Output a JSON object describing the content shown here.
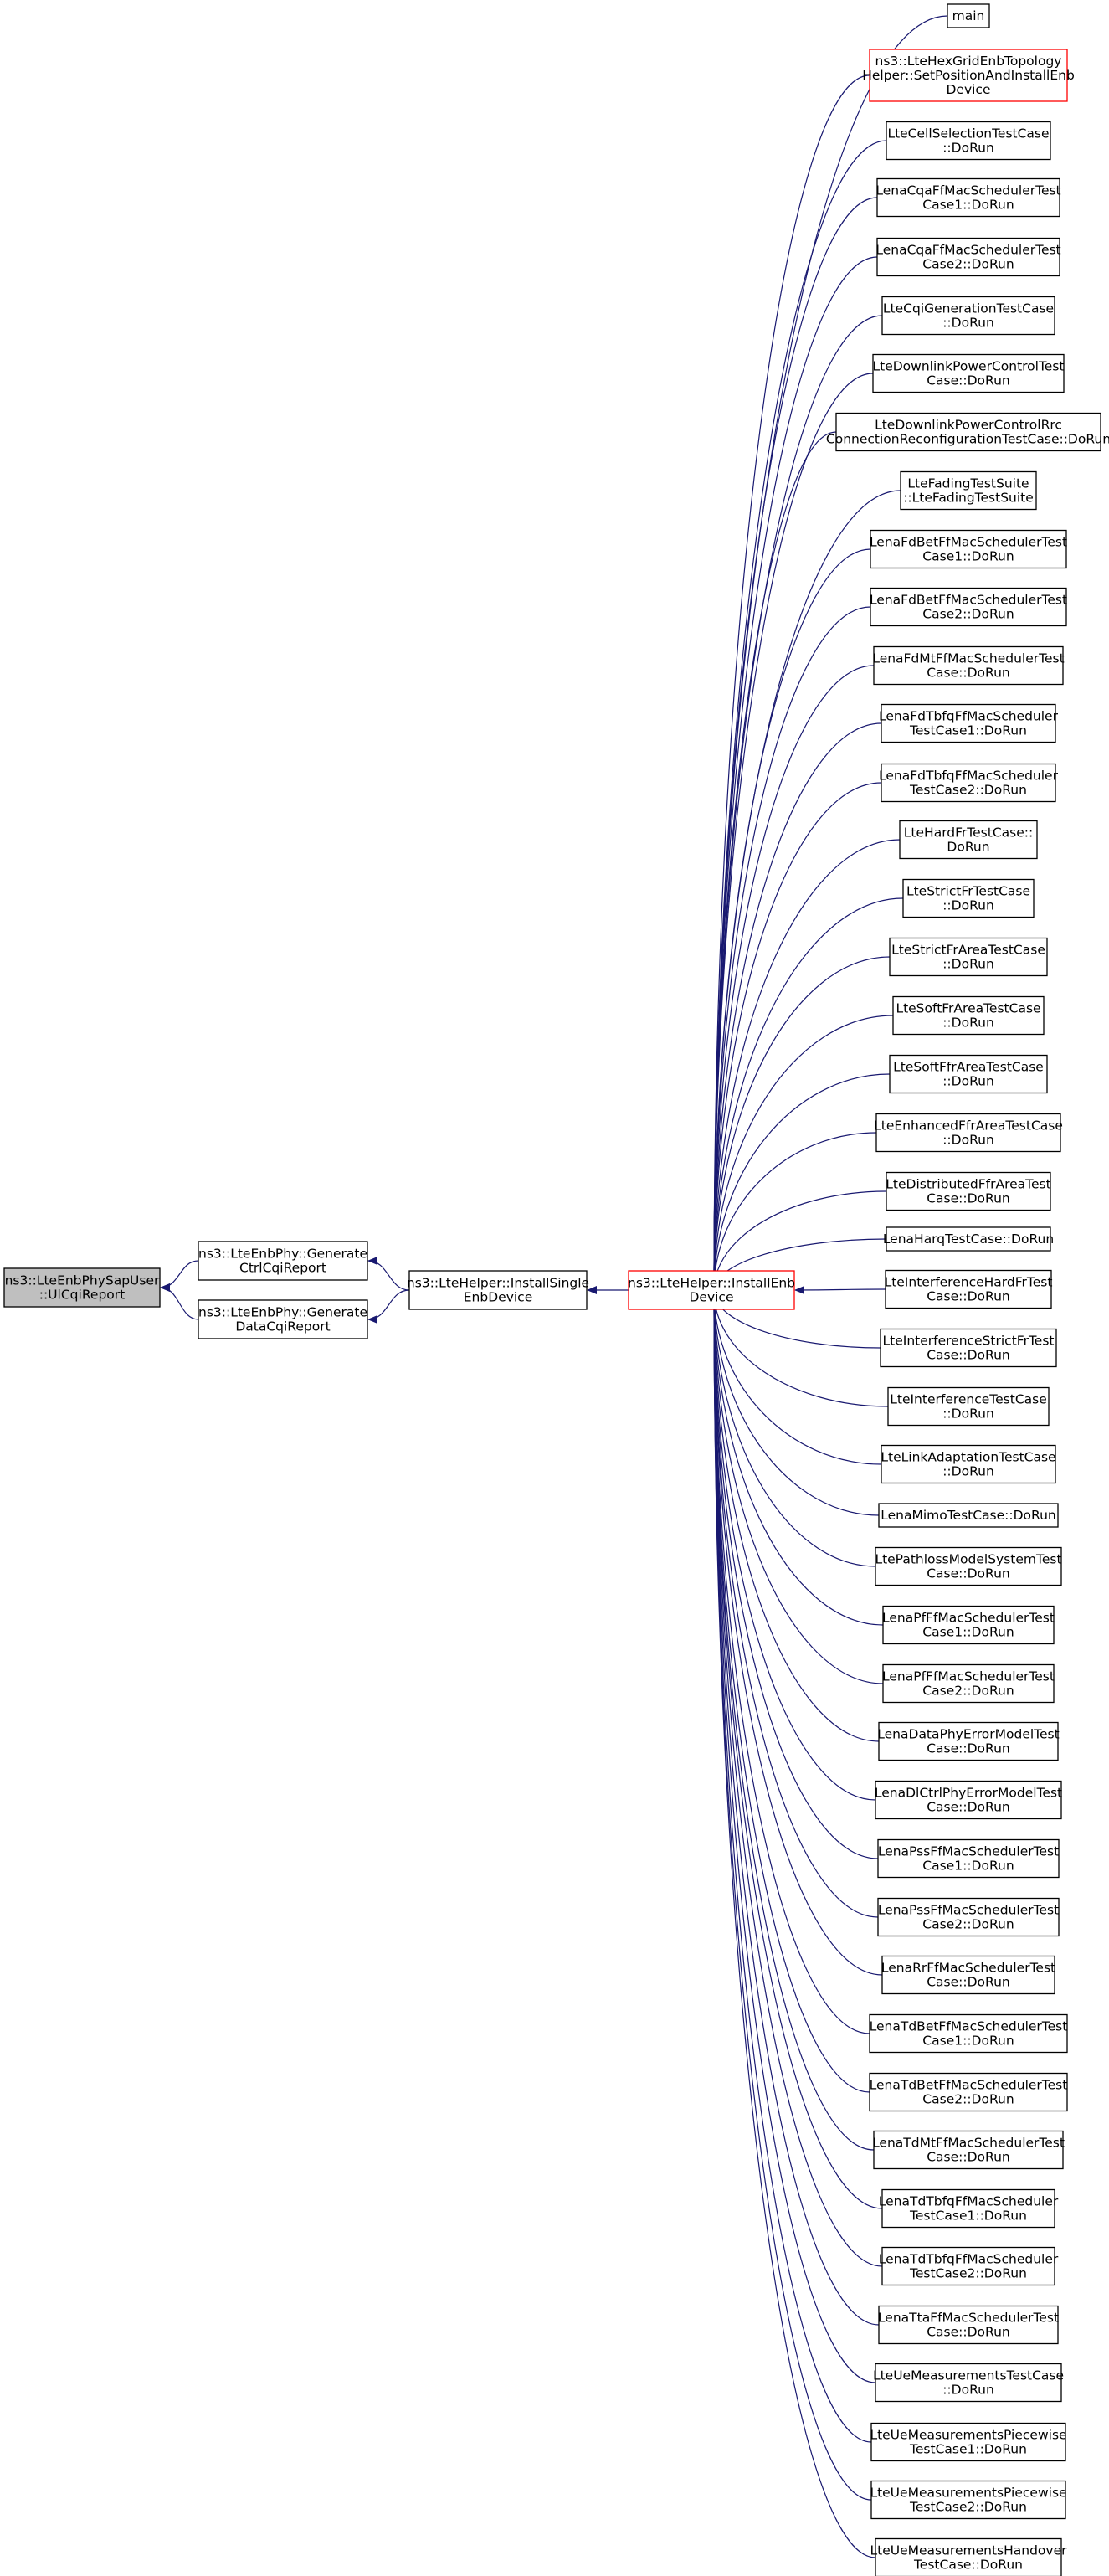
{
  "colors": {
    "edge": "#191970",
    "box_border": "#000000",
    "root_fill": "#bfbfbf",
    "highlight_border": "#ff0000",
    "background": "#ffffff"
  },
  "nodes": [
    {
      "id": "root",
      "lines": [
        "ns3::LteEnbPhySapUser",
        "::UlCqiReport"
      ],
      "style": "root"
    },
    {
      "id": "gen_ctrl",
      "lines": [
        "ns3::LteEnbPhy::Generate",
        "CtrlCqiReport"
      ]
    },
    {
      "id": "gen_data",
      "lines": [
        "ns3::LteEnbPhy::Generate",
        "DataCqiReport"
      ]
    },
    {
      "id": "install_single",
      "lines": [
        "ns3::LteHelper::InstallSingle",
        "EnbDevice"
      ]
    },
    {
      "id": "install_enb",
      "lines": [
        "ns3::LteHelper::InstallEnb",
        "Device"
      ],
      "style": "red"
    },
    {
      "id": "c0",
      "lines": [
        "main"
      ]
    },
    {
      "id": "c1",
      "lines": [
        "ns3::LteHexGridEnbTopology",
        "Helper::SetPositionAndInstallEnb",
        "Device"
      ],
      "style": "red"
    },
    {
      "id": "c2",
      "lines": [
        "LteCellSelectionTestCase",
        "::DoRun"
      ]
    },
    {
      "id": "c3",
      "lines": [
        "LenaCqaFfMacSchedulerTest",
        "Case1::DoRun"
      ]
    },
    {
      "id": "c4",
      "lines": [
        "LenaCqaFfMacSchedulerTest",
        "Case2::DoRun"
      ]
    },
    {
      "id": "c5",
      "lines": [
        "LteCqiGenerationTestCase",
        "::DoRun"
      ]
    },
    {
      "id": "c6",
      "lines": [
        "LteDownlinkPowerControlTest",
        "Case::DoRun"
      ]
    },
    {
      "id": "c7",
      "lines": [
        "LteDownlinkPowerControlRrc",
        "ConnectionReconfigurationTestCase::DoRun"
      ]
    },
    {
      "id": "c8",
      "lines": [
        "LteFadingTestSuite",
        "::LteFadingTestSuite"
      ]
    },
    {
      "id": "c9",
      "lines": [
        "LenaFdBetFfMacSchedulerTest",
        "Case1::DoRun"
      ]
    },
    {
      "id": "c10",
      "lines": [
        "LenaFdBetFfMacSchedulerTest",
        "Case2::DoRun"
      ]
    },
    {
      "id": "c11",
      "lines": [
        "LenaFdMtFfMacSchedulerTest",
        "Case::DoRun"
      ]
    },
    {
      "id": "c12",
      "lines": [
        "LenaFdTbfqFfMacScheduler",
        "TestCase1::DoRun"
      ]
    },
    {
      "id": "c13",
      "lines": [
        "LenaFdTbfqFfMacScheduler",
        "TestCase2::DoRun"
      ]
    },
    {
      "id": "c14",
      "lines": [
        "LteHardFrTestCase::",
        "DoRun"
      ]
    },
    {
      "id": "c15",
      "lines": [
        "LteStrictFrTestCase",
        "::DoRun"
      ]
    },
    {
      "id": "c16",
      "lines": [
        "LteStrictFrAreaTestCase",
        "::DoRun"
      ]
    },
    {
      "id": "c17",
      "lines": [
        "LteSoftFrAreaTestCase",
        "::DoRun"
      ]
    },
    {
      "id": "c18",
      "lines": [
        "LteSoftFfrAreaTestCase",
        "::DoRun"
      ]
    },
    {
      "id": "c19",
      "lines": [
        "LteEnhancedFfrAreaTestCase",
        "::DoRun"
      ]
    },
    {
      "id": "c20",
      "lines": [
        "LteDistributedFfrAreaTest",
        "Case::DoRun"
      ]
    },
    {
      "id": "c21",
      "lines": [
        "LenaHarqTestCase::DoRun"
      ]
    },
    {
      "id": "c22",
      "lines": [
        "LteInterferenceHardFrTest",
        "Case::DoRun"
      ]
    },
    {
      "id": "c23",
      "lines": [
        "LteInterferenceStrictFrTest",
        "Case::DoRun"
      ]
    },
    {
      "id": "c24",
      "lines": [
        "LteInterferenceTestCase",
        "::DoRun"
      ]
    },
    {
      "id": "c25",
      "lines": [
        "LteLinkAdaptationTestCase",
        "::DoRun"
      ]
    },
    {
      "id": "c26",
      "lines": [
        "LenaMimoTestCase::DoRun"
      ]
    },
    {
      "id": "c27",
      "lines": [
        "LtePathlossModelSystemTest",
        "Case::DoRun"
      ]
    },
    {
      "id": "c28",
      "lines": [
        "LenaPfFfMacSchedulerTest",
        "Case1::DoRun"
      ]
    },
    {
      "id": "c29",
      "lines": [
        "LenaPfFfMacSchedulerTest",
        "Case2::DoRun"
      ]
    },
    {
      "id": "c30",
      "lines": [
        "LenaDataPhyErrorModelTest",
        "Case::DoRun"
      ]
    },
    {
      "id": "c31",
      "lines": [
        "LenaDlCtrlPhyErrorModelTest",
        "Case::DoRun"
      ]
    },
    {
      "id": "c32",
      "lines": [
        "LenaPssFfMacSchedulerTest",
        "Case1::DoRun"
      ]
    },
    {
      "id": "c33",
      "lines": [
        "LenaPssFfMacSchedulerTest",
        "Case2::DoRun"
      ]
    },
    {
      "id": "c34",
      "lines": [
        "LenaRrFfMacSchedulerTest",
        "Case::DoRun"
      ]
    },
    {
      "id": "c35",
      "lines": [
        "LenaTdBetFfMacSchedulerTest",
        "Case1::DoRun"
      ]
    },
    {
      "id": "c36",
      "lines": [
        "LenaTdBetFfMacSchedulerTest",
        "Case2::DoRun"
      ]
    },
    {
      "id": "c37",
      "lines": [
        "LenaTdMtFfMacSchedulerTest",
        "Case::DoRun"
      ]
    },
    {
      "id": "c38",
      "lines": [
        "LenaTdTbfqFfMacScheduler",
        "TestCase1::DoRun"
      ]
    },
    {
      "id": "c39",
      "lines": [
        "LenaTdTbfqFfMacScheduler",
        "TestCase2::DoRun"
      ]
    },
    {
      "id": "c40",
      "lines": [
        "LenaTtaFfMacSchedulerTest",
        "Case::DoRun"
      ]
    },
    {
      "id": "c41",
      "lines": [
        "LteUeMeasurementsTestCase",
        "::DoRun"
      ]
    },
    {
      "id": "c42",
      "lines": [
        "LteUeMeasurementsPiecewise",
        "TestCase1::DoRun"
      ]
    },
    {
      "id": "c43",
      "lines": [
        "LteUeMeasurementsPiecewise",
        "TestCase2::DoRun"
      ]
    },
    {
      "id": "c44",
      "lines": [
        "LteUeMeasurementsHandover",
        "TestCase::DoRun"
      ]
    }
  ],
  "edges": [
    [
      "gen_ctrl",
      "root"
    ],
    [
      "gen_data",
      "root"
    ],
    [
      "install_single",
      "gen_ctrl"
    ],
    [
      "install_single",
      "gen_data"
    ],
    [
      "install_enb",
      "install_single"
    ],
    [
      "c0",
      "install_enb"
    ],
    [
      "c1",
      "install_enb"
    ],
    [
      "c2",
      "install_enb"
    ],
    [
      "c3",
      "install_enb"
    ],
    [
      "c4",
      "install_enb"
    ],
    [
      "c5",
      "install_enb"
    ],
    [
      "c6",
      "install_enb"
    ],
    [
      "c7",
      "install_enb"
    ],
    [
      "c8",
      "install_enb"
    ],
    [
      "c9",
      "install_enb"
    ],
    [
      "c10",
      "install_enb"
    ],
    [
      "c11",
      "install_enb"
    ],
    [
      "c12",
      "install_enb"
    ],
    [
      "c13",
      "install_enb"
    ],
    [
      "c14",
      "install_enb"
    ],
    [
      "c15",
      "install_enb"
    ],
    [
      "c16",
      "install_enb"
    ],
    [
      "c17",
      "install_enb"
    ],
    [
      "c18",
      "install_enb"
    ],
    [
      "c19",
      "install_enb"
    ],
    [
      "c20",
      "install_enb"
    ],
    [
      "c21",
      "install_enb"
    ],
    [
      "c22",
      "install_enb"
    ],
    [
      "c23",
      "install_enb"
    ],
    [
      "c24",
      "install_enb"
    ],
    [
      "c25",
      "install_enb"
    ],
    [
      "c26",
      "install_enb"
    ],
    [
      "c27",
      "install_enb"
    ],
    [
      "c28",
      "install_enb"
    ],
    [
      "c29",
      "install_enb"
    ],
    [
      "c30",
      "install_enb"
    ],
    [
      "c31",
      "install_enb"
    ],
    [
      "c32",
      "install_enb"
    ],
    [
      "c33",
      "install_enb"
    ],
    [
      "c34",
      "install_enb"
    ],
    [
      "c35",
      "install_enb"
    ],
    [
      "c36",
      "install_enb"
    ],
    [
      "c37",
      "install_enb"
    ],
    [
      "c38",
      "install_enb"
    ],
    [
      "c39",
      "install_enb"
    ],
    [
      "c40",
      "install_enb"
    ],
    [
      "c41",
      "install_enb"
    ],
    [
      "c42",
      "install_enb"
    ],
    [
      "c43",
      "install_enb"
    ],
    [
      "c44",
      "install_enb"
    ]
  ]
}
